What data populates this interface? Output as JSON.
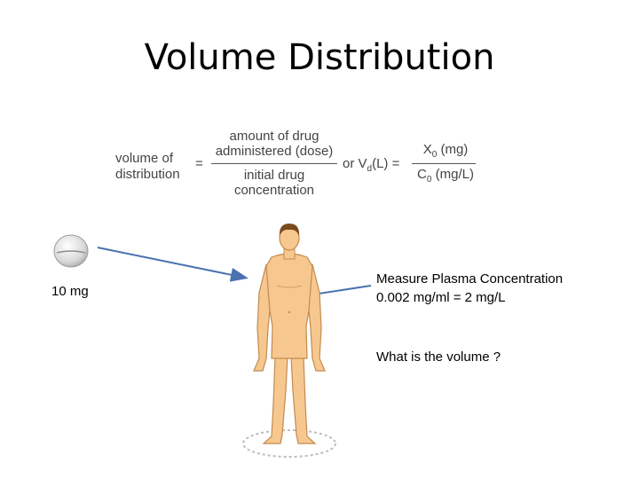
{
  "slide": {
    "title": "Volume Distribution"
  },
  "formula": {
    "lhs_line1": "volume of",
    "lhs_line2": "distribution",
    "equals1": "=",
    "num_line1": "amount of drug",
    "num_line2": "administered (dose)",
    "den_line1": "initial drug",
    "den_line2": "concentration",
    "or_text": "or V",
    "or_sub": "d",
    "or_unit": "(L) =",
    "x_num": "X",
    "x_num_sub": "0",
    "x_num_unit": " (mg)",
    "c_den": "C",
    "c_den_sub": "0",
    "c_den_unit": " (mg/L)"
  },
  "dose": {
    "label": "10 mg"
  },
  "measurement": {
    "line1": "Measure Plasma Concentration",
    "line2": "0.002 mg/ml = 2 mg/L"
  },
  "question": {
    "text": "What is the volume ?"
  },
  "icons": {
    "pill": "pill-icon",
    "body": "human-body-figure",
    "arrow": "arrow-icon"
  },
  "colors": {
    "arrow": "#4a72b0",
    "skin": "#f6c890",
    "skin_outline": "#c48a4e",
    "hair": "#7a4a1e",
    "formula_text": "#444444"
  }
}
